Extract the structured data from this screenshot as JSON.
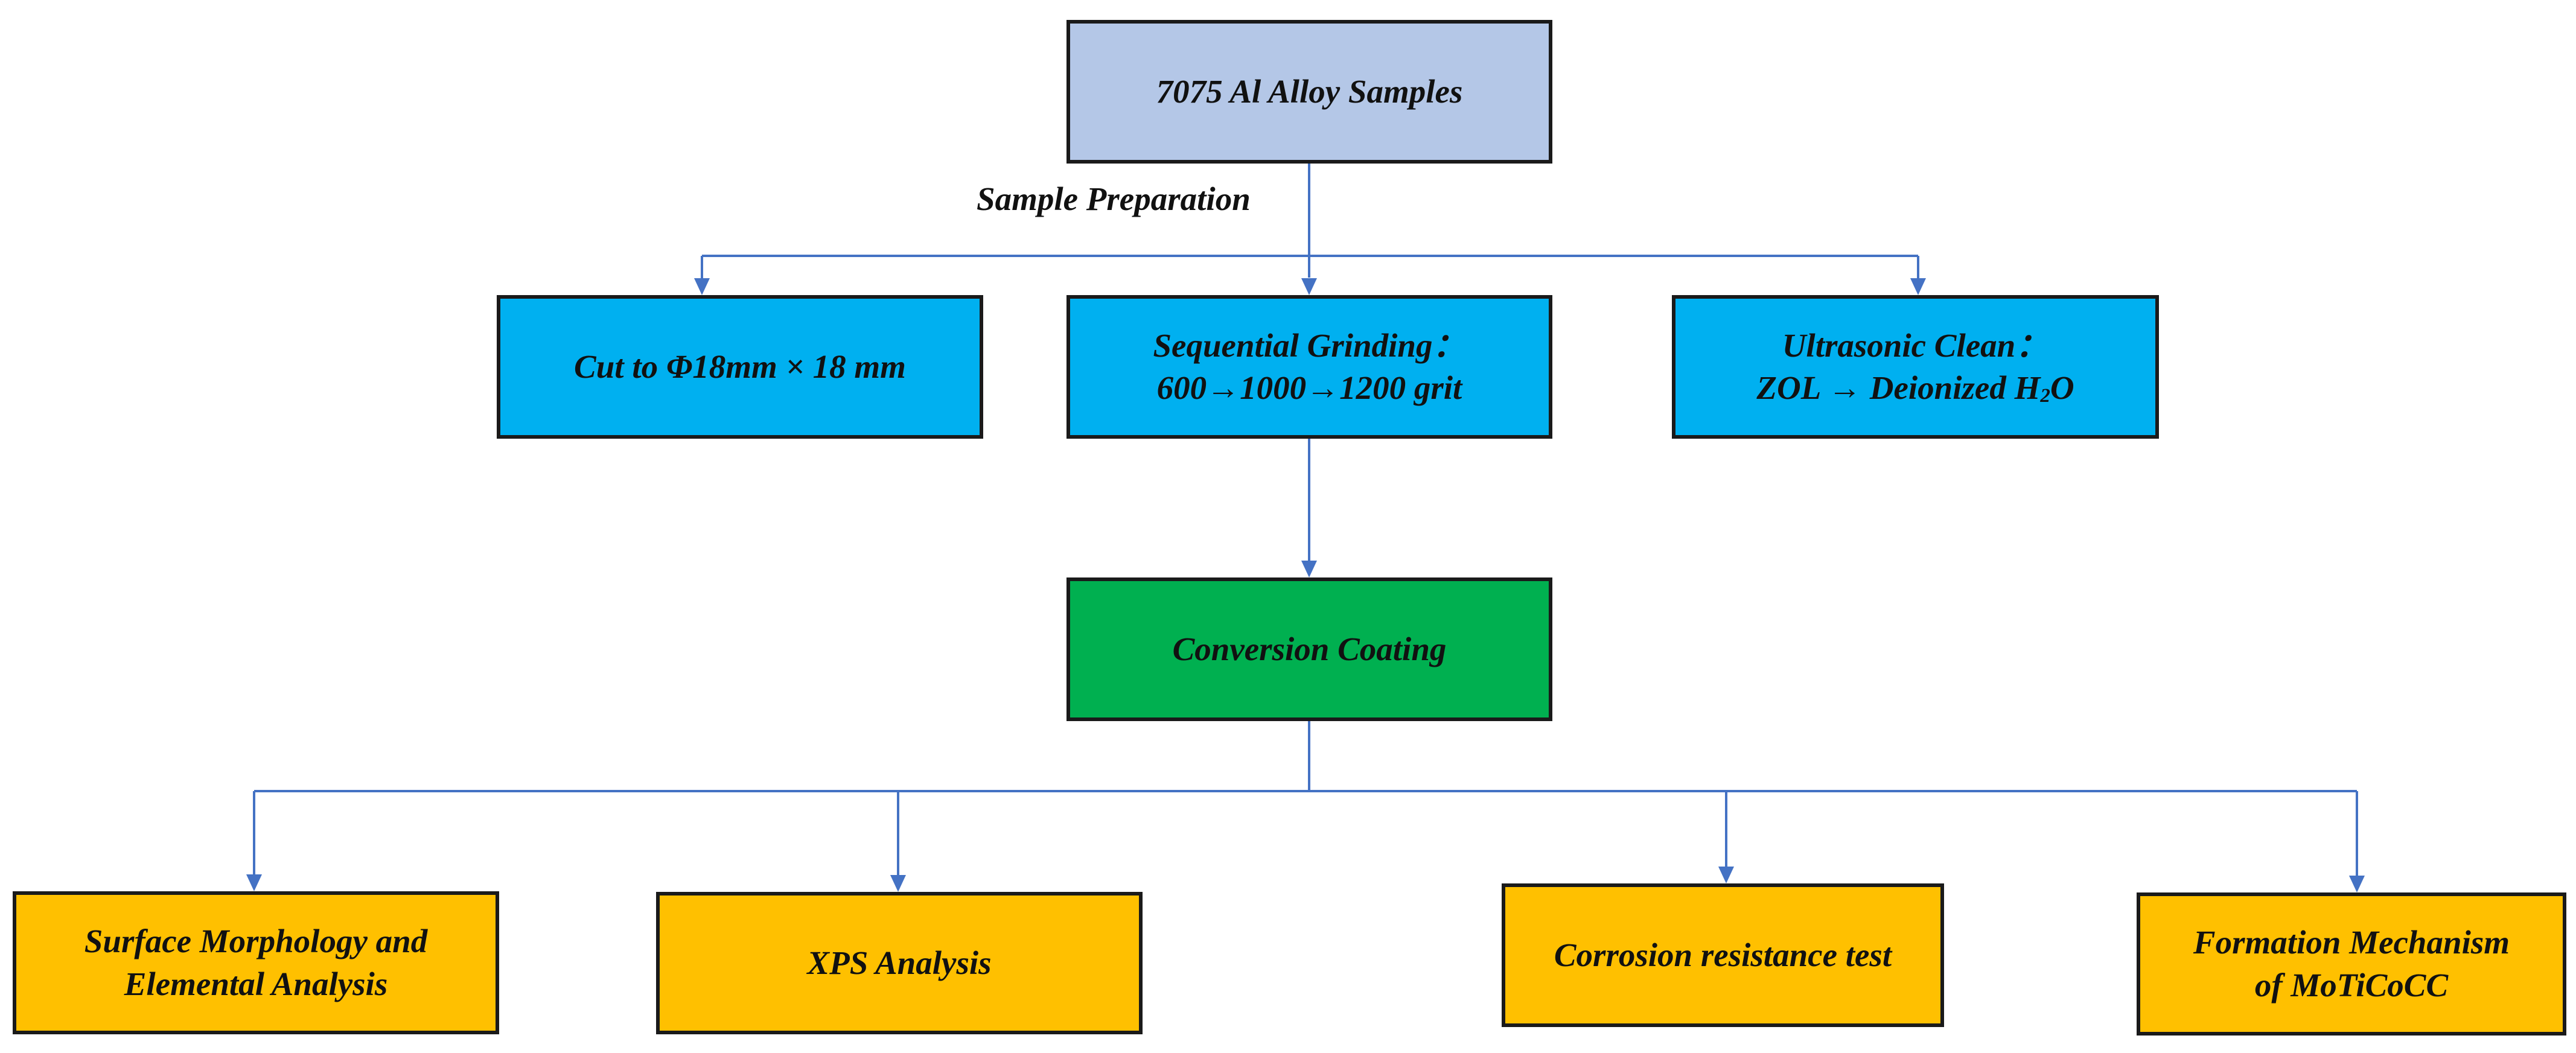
{
  "colors": {
    "connector": "#4472C4",
    "border": "#1a1a1a",
    "source": "#B4C7E7",
    "preparation": "#00B0F0",
    "coating": "#00B050",
    "analysis": "#FFC000"
  },
  "diagram": {
    "source": {
      "text": "7075 Al Alloy Samples"
    },
    "edge_label": "Sample Preparation",
    "steps": {
      "cut": {
        "line1": "Cut to Φ18mm × 18 mm"
      },
      "grinding": {
        "line1": "Sequential Grinding：",
        "line2": "600→1000→1200 grit"
      },
      "clean": {
        "line1": "Ultrasonic Clean：",
        "line2_pre": "ZOL → Deionized H",
        "line2_sub": "2",
        "line2_post": "O"
      }
    },
    "coating": {
      "text": "Conversion Coating"
    },
    "analyses": {
      "surface": {
        "line1": "Surface Morphology and",
        "line2": "Elemental Analysis"
      },
      "xps": {
        "line1": "XPS Analysis"
      },
      "corrosion": {
        "line1": "Corrosion resistance test"
      },
      "mechanism": {
        "line1": "Formation Mechanism",
        "line2": "of MoTiCoCC"
      }
    }
  }
}
